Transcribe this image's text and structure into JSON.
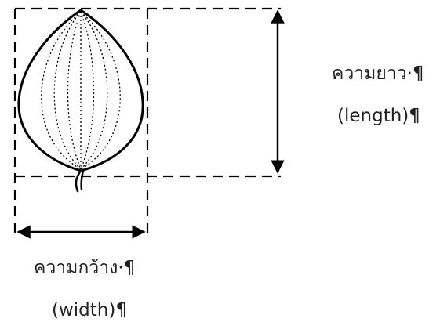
{
  "labels": {
    "length_thai": "ความยาว·¶",
    "length_en": "(length)¶",
    "width_thai": "ความกว้าง·¶",
    "width_en": "(width)¶"
  },
  "colors": {
    "line": "#000000",
    "text": "#222222",
    "background": "#ffffff"
  }
}
